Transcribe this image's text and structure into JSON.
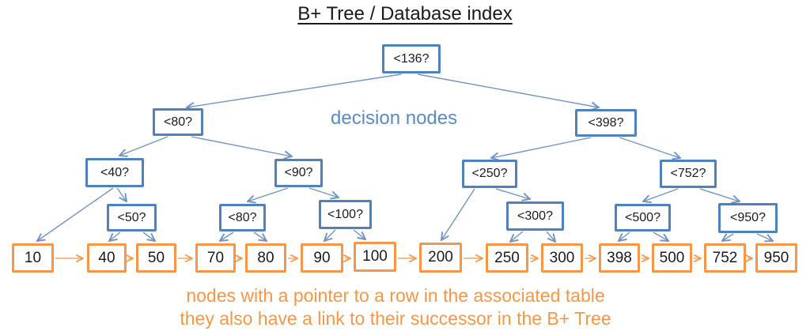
{
  "title": "B+ Tree / Database index",
  "labels": {
    "decision_annotation": "decision nodes",
    "leaf_annotation_line1": "nodes with a pointer to a row in the associated table",
    "leaf_annotation_line2": "they also have a link to their successor in the B+ Tree"
  },
  "colors": {
    "decision_border": "#4f81bd",
    "connector_blue": "#7094c8",
    "leaf_border": "#f79646",
    "leaf_link_orange": "#f9a55f",
    "annotation_blue_text": "#5b8ac5",
    "annotation_orange_text": "#f79646",
    "title_text": "#1a1a1a"
  },
  "tree": {
    "root": "<136?",
    "level2": [
      "<80?",
      "<398?"
    ],
    "level3": [
      "<40?",
      "<90?",
      "<250?",
      "<752?"
    ],
    "level4": [
      "<50?",
      "<80?",
      "<100?",
      "<300?",
      "<500?",
      "<950?"
    ]
  },
  "leaves": [
    "10",
    "40",
    "50",
    "70",
    "80",
    "90",
    "100",
    "200",
    "250",
    "300",
    "398",
    "500",
    "752",
    "950"
  ]
}
